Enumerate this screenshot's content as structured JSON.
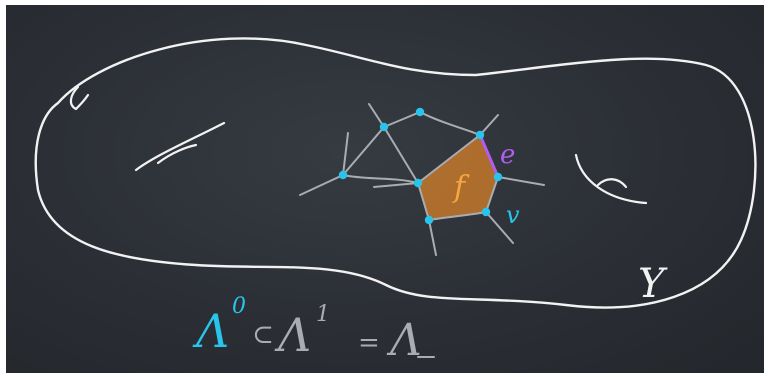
{
  "labels": {
    "edge": "e",
    "face": "f",
    "vertex": "v",
    "space": "Y"
  },
  "formula": {
    "lambda0": "Λ",
    "sup0": "0",
    "subset": "⊂",
    "lambda1": "Λ",
    "sup1": "1",
    "equals": "=",
    "lambda": "Λ"
  },
  "colors": {
    "chalk_white": "#f2f2f2",
    "chalk_gray": "#a9acb0",
    "vertex_blue": "#29c4ec",
    "face_orange": "#c97a2a",
    "edge_purple": "#b25cf0",
    "label_orange": "#f5a640"
  }
}
